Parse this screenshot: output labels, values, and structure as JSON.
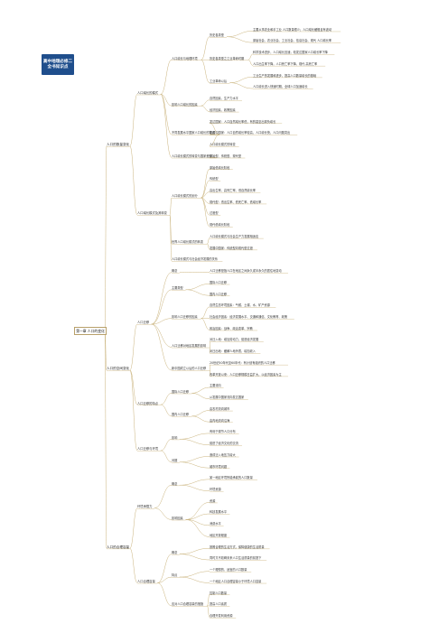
{
  "title": {
    "line1": "高中地理必修二",
    "line2": "全书知识点"
  },
  "root": "第一章 人口的变化",
  "colors": {
    "line": "#c9b27a",
    "title_bg": "#1f4e8c",
    "text": "#333333"
  },
  "sections": [
    {
      "label": "人口的数量变化",
      "children": [
        {
          "label": "人口增长的模式",
          "children": [
            {
              "label": "人口增长与地理环境",
              "children": [
                {
                  "label": "历史各类型",
                  "children": [
                    "主要从事农业和手工业 人口数量很少；人口增长缓慢且有波动",
                    "原始社会、农业社会、工业社会、信息社会、现代 人口增长率"
                  ]
                },
                {
                  "label": "历史各类型之工业革命时期",
                  "children": [
                    "科学技术进步，人口增长迅速，较发达国家人口增长率下降",
                    "人口出生率下降，人口死亡率下降，现代 高死亡率"
                  ]
                },
                {
                  "label": "工业革命以后",
                  "children": [
                    "工业生产的发展和进步，提高人口数量增长的基础",
                    "人口增长进入快速时期，全球人口加速增长"
                  ]
                }
              ]
            },
            {
              "label": "影响人口增长的因素",
              "children": [
                "自然因素、生产力水平",
                "经济因素、政策因素"
              ]
            },
            {
              "label": "不同发展水平国家人口增长的特点",
              "children": [
                "发达国家：人口自然增长率低，有的甚至出现负增长",
                "发展中国家：人口自然增长率较高，人口增长快，人口问题突出",
                "人口增长模式的转变"
              ]
            },
            {
              "label": "人口增长模式的转变与国家差别",
              "children": [
                "原始型、传统型、现代型"
              ]
            }
          ]
        },
        {
          "label": "人口增长模式及其转变",
          "children": [
            {
              "label": "人口增长模式的划分",
              "children": [
                "原始低增长阶段",
                "传统型",
                "高出生率、高死亡率、低自然增长率",
                "现代型：低出生率、低死亡率、低增长率",
                "过渡型",
                "现代低增长阶段"
              ]
            },
            {
              "label": "世界人口增长模式的转变",
              "children": [
                "人口增长模式与社会生产力发展相适应",
                "发展中国家：传统型向现代型过渡"
              ]
            },
            {
              "label": "人口增长模式与社会经济发展的关系",
              "children": []
            }
          ]
        }
      ]
    },
    {
      "label": "人口的空间变化",
      "children": [
        {
          "label": "人口迁移",
          "children": [
            {
              "label": "概念",
              "children": [
                "人口迁移是指人口在地区之间永久或半永久的居住地变动"
              ]
            },
            {
              "label": "主要类型",
              "children": [
                "国际人口迁移",
                "国内人口迁移"
              ]
            },
            {
              "label": "影响人口迁移的因素",
              "children": [
                "自然生态环境因素：气候、土壤、水、矿产资源",
                "社会经济因素：经济发展水平、交通和通信、文化教育、政策",
                "政治因素：战争、政治变革、宗教"
              ]
            },
            {
              "label": "人口迁移对地区发展的影响",
              "children": [
                "对迁入地：增加劳动力，促进经济发展",
                "对迁出地：缓解人地矛盾，增加收入"
              ]
            },
            {
              "label": "新中国成立以后的人口迁移",
              "children": [
                "20世纪50年代至60年代：有计划有组织的人口迁移",
                "改革开放以来：人口迁移规模日益扩大，以经济因素为主"
              ]
            }
          ]
        },
        {
          "label": "人口迁移的特点",
          "children": [
            {
              "label": "国际人口迁移",
              "children": [
                "主要流向",
                "从发展中国家流向发达国家"
              ]
            },
            {
              "label": "国内人口迁移",
              "children": [
                "由农村流向城市",
                "由内地流向沿海"
              ]
            }
          ]
        },
        {
          "label": "人口迁移与环境",
          "children": [
            {
              "label": "影响",
              "children": [
                "有利于调节人口分布",
                "促进了经济文化的交流"
              ]
            },
            {
              "label": "问题",
              "children": [
                "造成迁入地压力增大",
                "城市环境问题"
              ]
            }
          ]
        }
      ]
    },
    {
      "label": "人口的合理容量",
      "children": [
        {
          "label": "环境承载力",
          "children": [
            {
              "label": "概念",
              "children": [
                "某一地区环境所能承载的人口数量",
                "环境资源"
              ]
            },
            {
              "label": "影响因素",
              "children": [
                "资源",
                "科技发展水平",
                "消费水平",
                "地区开放程度"
              ]
            }
          ]
        },
        {
          "label": "人口合理容量",
          "children": [
            {
              "label": "概念",
              "children": [
                "按照合理的生活方式，保障健康的生活质量",
                "同时又不妨碍未来人口生活质量的前提下"
              ]
            },
            {
              "label": "特点",
              "children": [
                "一个理想的、适宜的人口数量",
                "一个地区人口合理容量小于环境人口容量"
              ]
            },
            {
              "label": "应对人口合理容量的措施",
              "children": [
                "控制人口数量",
                "提高人口素质",
                "合理开发利用资源"
              ]
            }
          ]
        }
      ]
    }
  ]
}
